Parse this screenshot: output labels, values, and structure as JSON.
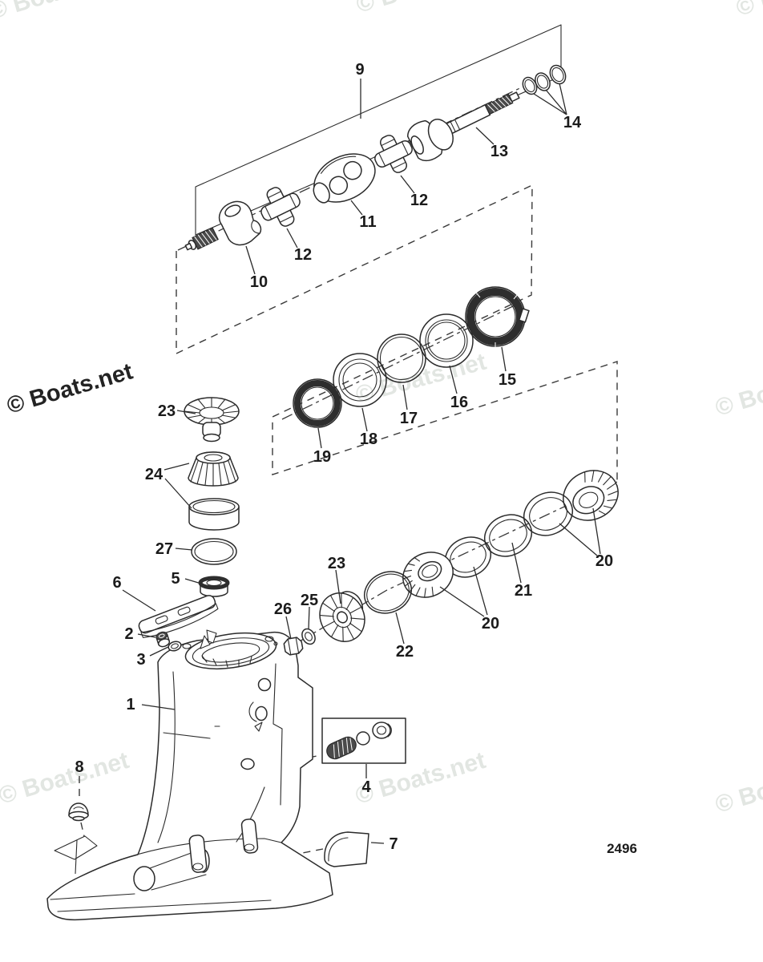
{
  "branding": {
    "watermark": "© Boats.net"
  },
  "figure": {
    "number": "2496"
  },
  "callouts": [
    {
      "number": "9"
    },
    {
      "number": "14"
    },
    {
      "number": "13"
    },
    {
      "number": "12"
    },
    {
      "number": "11"
    },
    {
      "number": "12"
    },
    {
      "number": "10"
    },
    {
      "number": "15"
    },
    {
      "number": "16"
    },
    {
      "number": "17"
    },
    {
      "number": "18"
    },
    {
      "number": "19"
    },
    {
      "number": "23"
    },
    {
      "number": "24"
    },
    {
      "number": "27"
    },
    {
      "number": "5"
    },
    {
      "number": "6"
    },
    {
      "number": "2"
    },
    {
      "number": "3"
    },
    {
      "number": "1"
    },
    {
      "number": "8"
    },
    {
      "number": "26"
    },
    {
      "number": "25"
    },
    {
      "number": "23"
    },
    {
      "number": "22"
    },
    {
      "number": "20"
    },
    {
      "number": "21"
    },
    {
      "number": "20"
    },
    {
      "number": "4"
    },
    {
      "number": "7"
    }
  ]
}
